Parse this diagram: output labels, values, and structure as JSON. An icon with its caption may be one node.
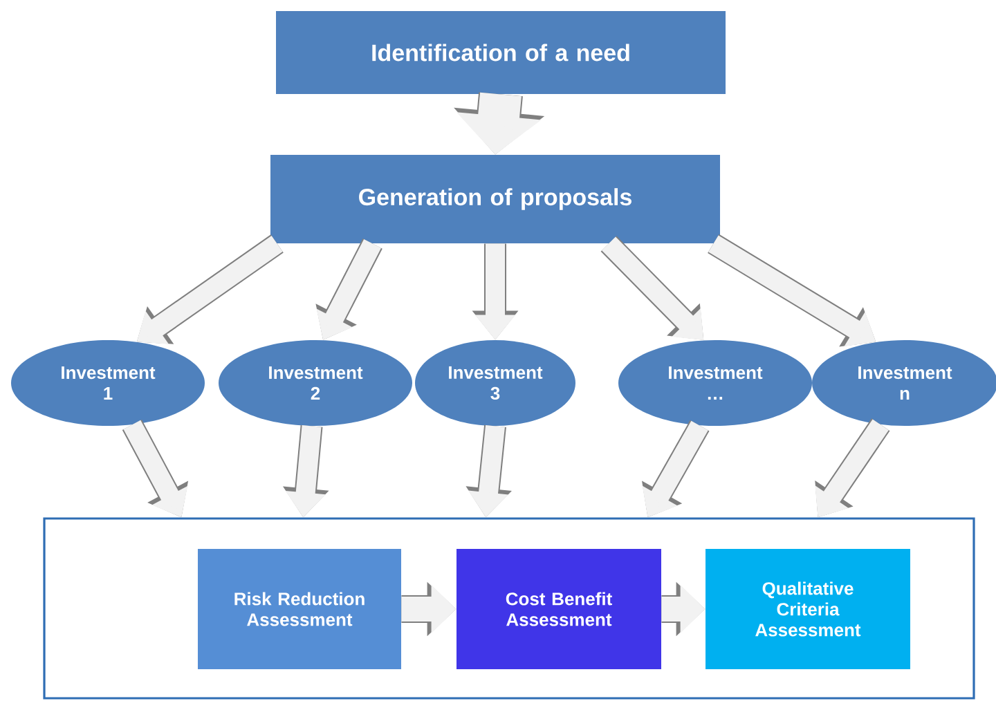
{
  "diagram": {
    "nodes": [
      {
        "text": [
          "Identification of a need"
        ]
      },
      {
        "text": [
          "Generation of proposals"
        ]
      },
      {
        "text": [
          "Investment 1"
        ]
      },
      {
        "text": [
          "Investment 2"
        ]
      },
      {
        "text": [
          "Investment 3"
        ]
      },
      {
        "text": [
          "Investment …"
        ]
      },
      {
        "text": [
          "Investment n"
        ]
      },
      {
        "text": [],
        "shape": "box"
      },
      {
        "text": [
          "Risk Reduction Assessment"
        ],
        "in": 7
      },
      {
        "text": [
          "Cost Benefit Assessment"
        ],
        "in": 7
      },
      {
        "text": [
          "Qualitative Criteria Assessment"
        ],
        "in": 7
      }
    ],
    "edges": [
      {
        "from": 0,
        "to": 1,
        "arrow": "to",
        "style": "thick"
      },
      {
        "from": 1,
        "to": 2,
        "arrow": "to"
      },
      {
        "from": 1,
        "to": 3,
        "arrow": "to"
      },
      {
        "from": 1,
        "to": 4,
        "arrow": "to"
      },
      {
        "from": 1,
        "to": 5,
        "arrow": "to"
      },
      {
        "from": 1,
        "to": 6,
        "arrow": "to"
      },
      {
        "from": 2,
        "to": 7,
        "arrow": "to"
      },
      {
        "from": 3,
        "to": 7,
        "arrow": "to"
      },
      {
        "from": 4,
        "to": 7,
        "arrow": "to"
      },
      {
        "from": 5,
        "to": 7,
        "arrow": "to"
      },
      {
        "from": 6,
        "to": 7,
        "arrow": "to"
      },
      {
        "from": 8,
        "to": 9,
        "arrow": "to"
      },
      {
        "from": 9,
        "to": 10,
        "arrow": "to"
      }
    ]
  }
}
